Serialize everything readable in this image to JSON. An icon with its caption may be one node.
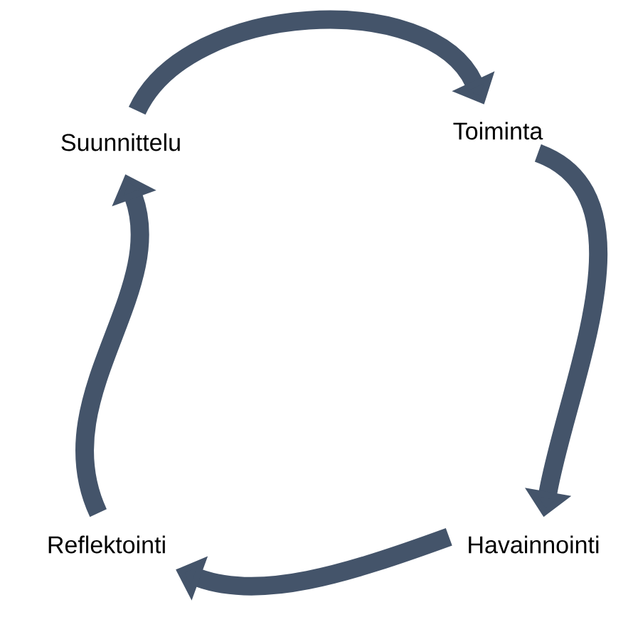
{
  "diagram": {
    "nodes": [
      {
        "text": [
          "Suunnittelu"
        ]
      },
      {
        "text": [
          "Toiminta"
        ]
      },
      {
        "text": [
          "Havainnointi"
        ]
      },
      {
        "text": [
          "Reflektointi"
        ]
      }
    ],
    "edges": [
      {
        "from": 0,
        "to": 1,
        "arrow": "to"
      },
      {
        "from": 1,
        "to": 2,
        "arrow": "to"
      },
      {
        "from": 2,
        "to": 3,
        "arrow": "to"
      },
      {
        "from": 3,
        "to": 0,
        "arrow": "to"
      }
    ]
  }
}
